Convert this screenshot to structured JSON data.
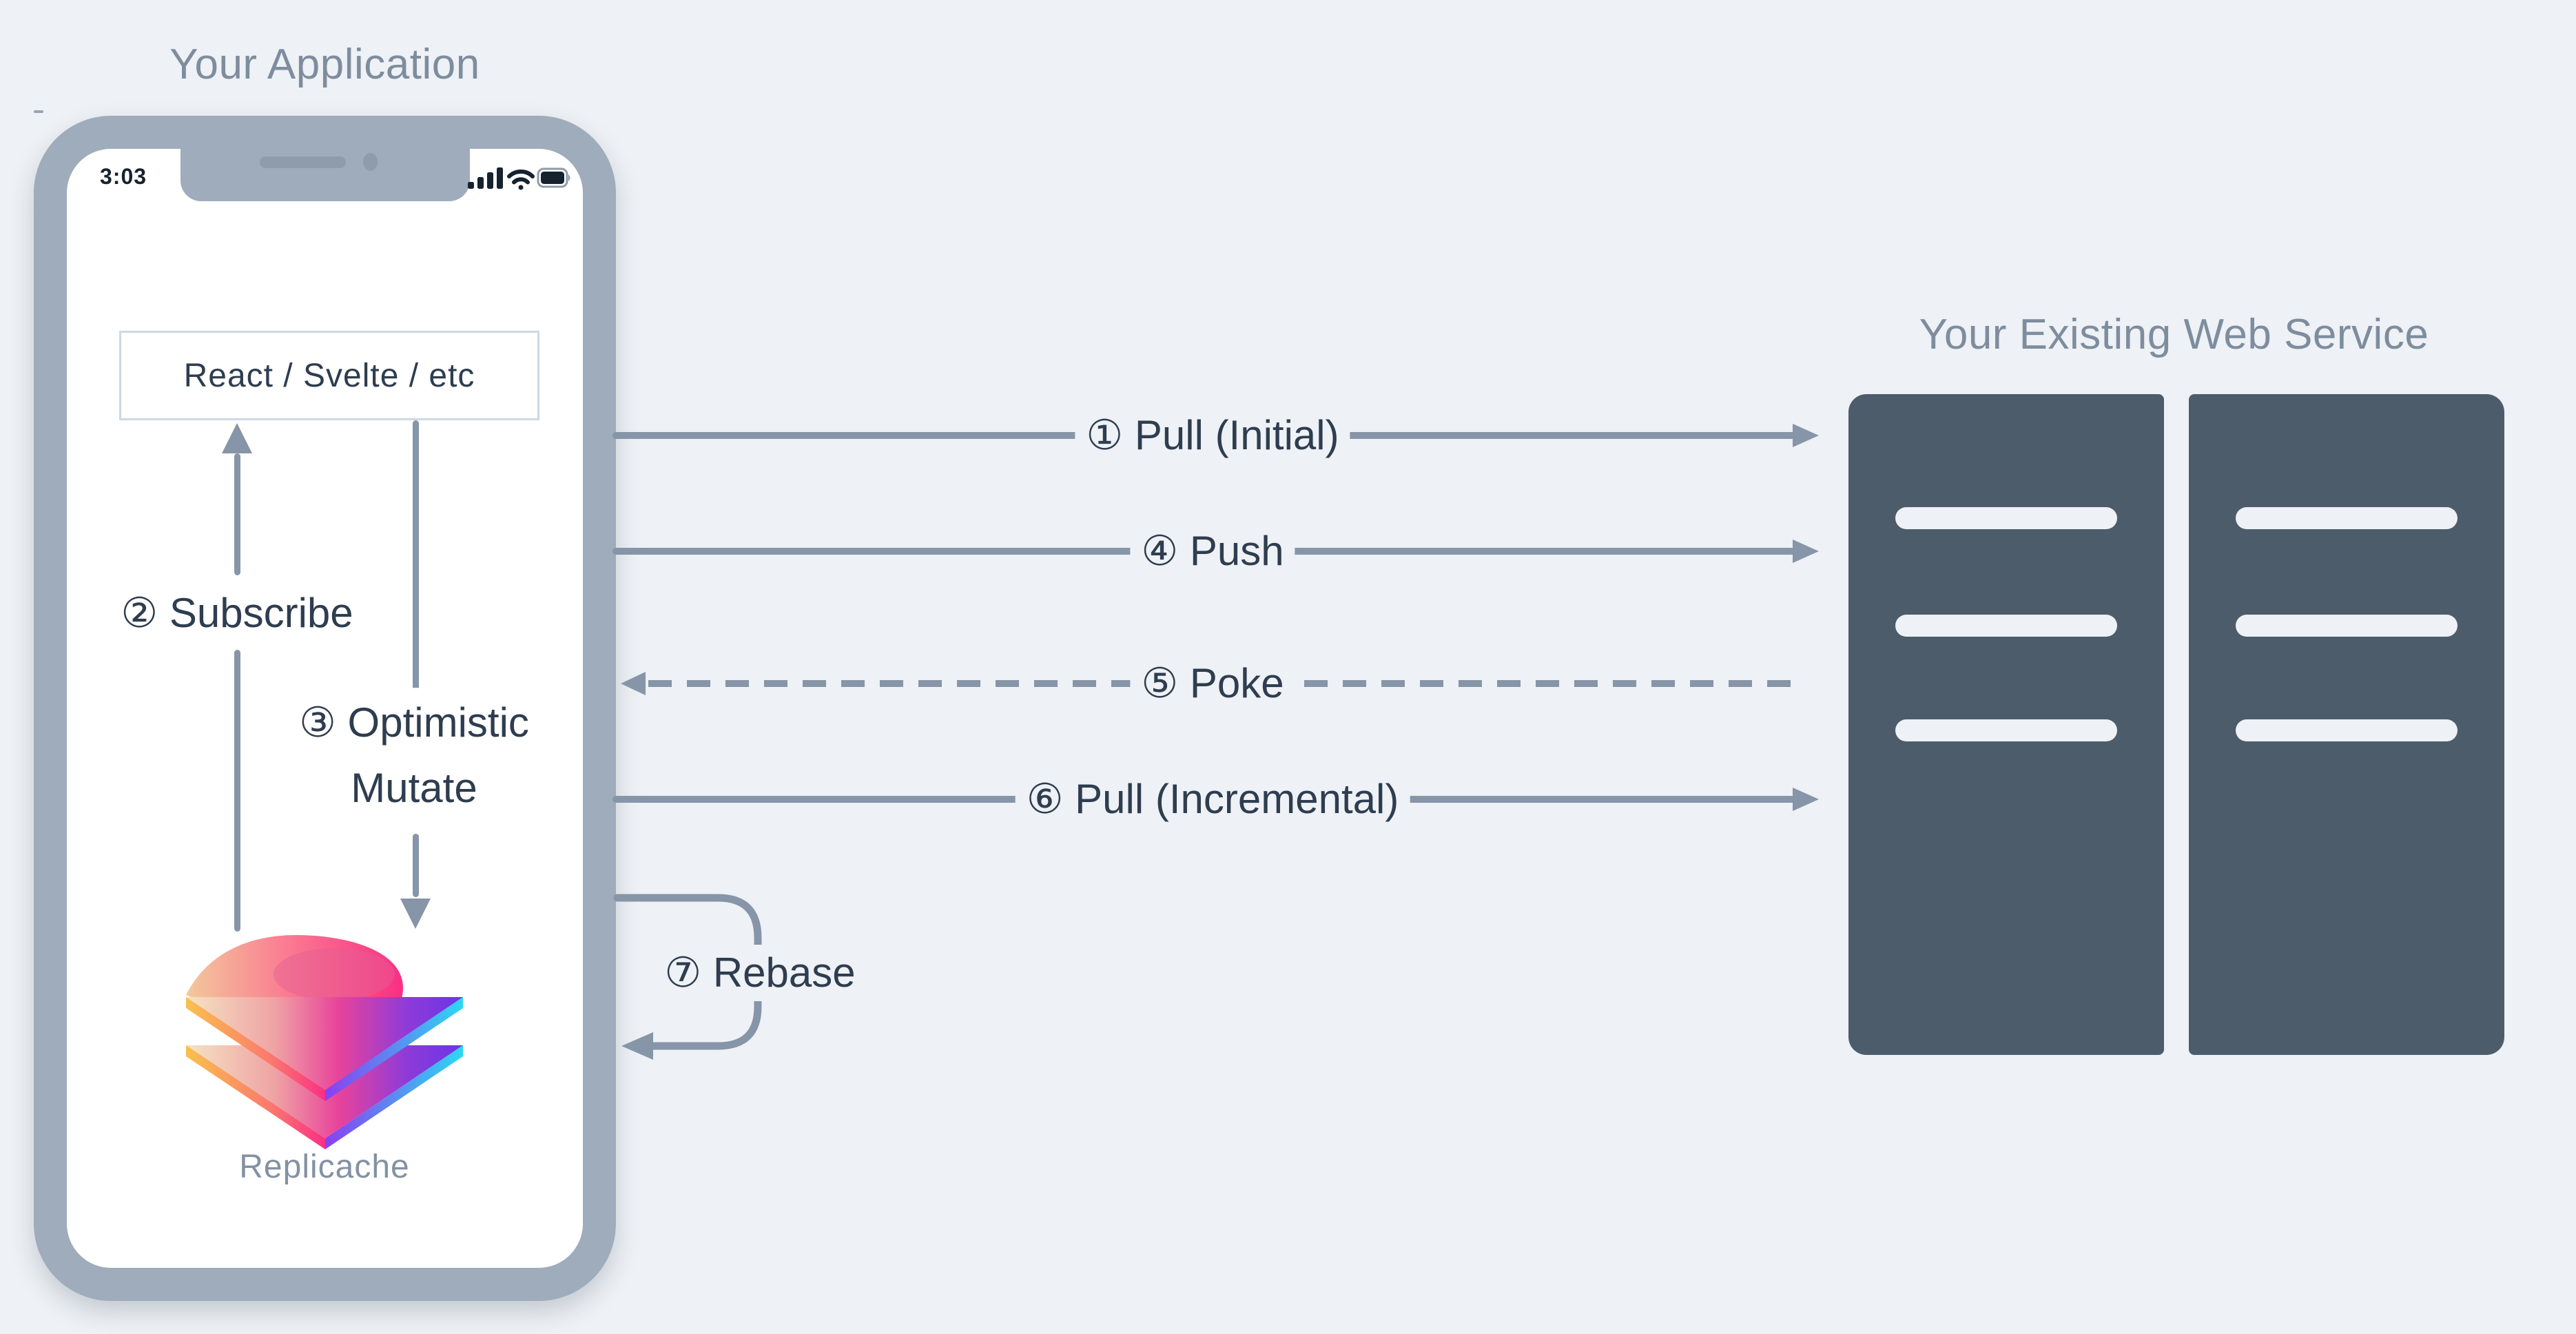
{
  "colors": {
    "background": "#eef1f5",
    "phone_bezel": "#9eacbb",
    "server_fill": "#4d5c6b",
    "flow_line": "#8695a7",
    "text_dark": "#2e3d4f",
    "text_muted": "#7e8d9e",
    "logo_gradient": [
      "#f5e3c3",
      "#fa7d92",
      "#fa2e84",
      "#8d3bd9",
      "#2bd9f1"
    ]
  },
  "application": {
    "title": "Your Application",
    "phone": {
      "status_bar": {
        "time": "3:03",
        "icons": [
          "cellular-signal-icon",
          "wifi-icon",
          "battery-icon"
        ]
      },
      "ui_framework_box": "React / Svelte / etc",
      "logo": "replicache-logo",
      "logo_caption": "Replicache"
    },
    "internal_flows": {
      "subscribe": {
        "label": "② Subscribe"
      },
      "optimistic_mutate": {
        "line1": "③ Optimistic",
        "line2": "Mutate"
      }
    }
  },
  "web_service": {
    "title": "Your Existing Web Service",
    "server_count": 2,
    "slots_per_server": 3
  },
  "network_flows": [
    {
      "label": "① Pull (Initial)",
      "style": "solid",
      "direction": "app-to-server"
    },
    {
      "label": "④ Push",
      "style": "solid",
      "direction": "app-to-server"
    },
    {
      "label": "⑤ Poke",
      "style": "dashed",
      "direction": "server-to-app"
    },
    {
      "label": "⑥ Pull (Incremental)",
      "style": "solid",
      "direction": "app-to-server"
    },
    {
      "label": "⑦ Rebase",
      "style": "loop",
      "direction": "app-loop"
    }
  ]
}
